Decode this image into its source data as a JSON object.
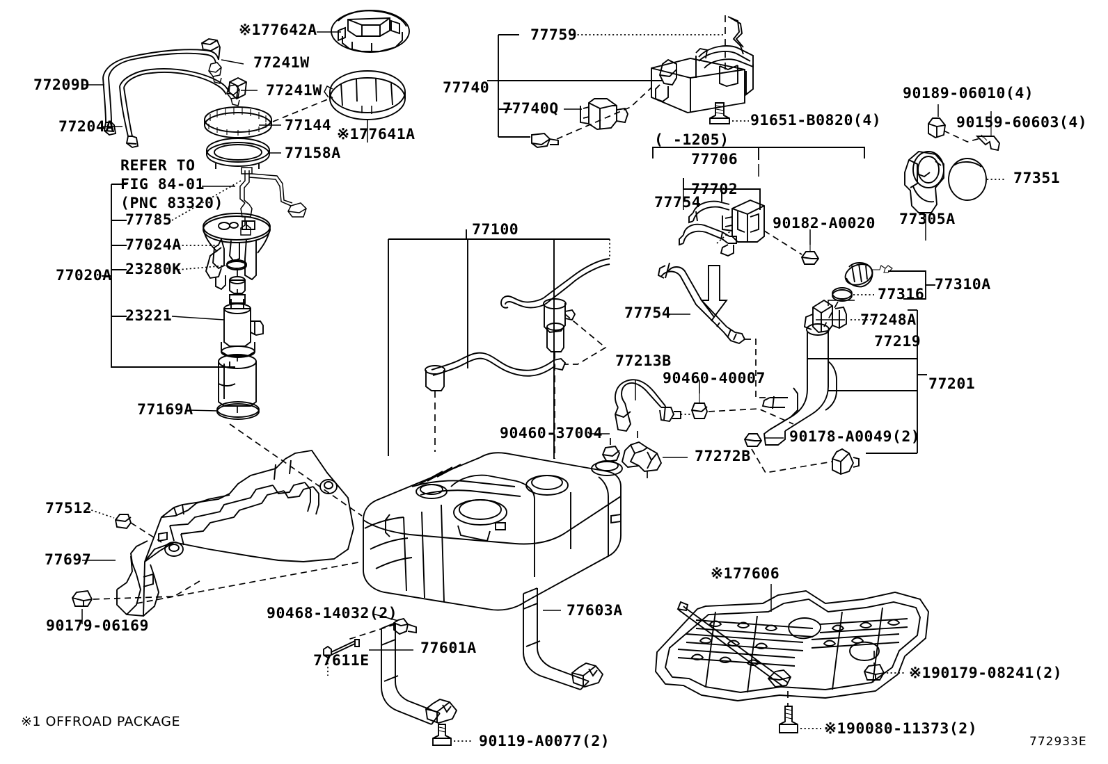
{
  "diagram": {
    "drawing_number": "772933E",
    "footnote": "※1 OFFROAD PACKAGE",
    "refer_note_line1": "REFER TO",
    "refer_note_line2": "FIG 84-01",
    "refer_note_line3": "(PNC 83320)",
    "date_note": "(   -1205)"
  },
  "labels": {
    "p77642A": "※177642A",
    "p77241W_1": "77241W",
    "p77241W_2": "77241W",
    "p77209D": "77209D",
    "p77204A": "77204A",
    "p77144": "77144",
    "p77641A": "※177641A",
    "p77158A": "77158A",
    "p77785": "77785",
    "p77024A": "77024A",
    "p23280K": "23280K",
    "p77020A": "77020A",
    "p23221": "23221",
    "p77169A": "77169A",
    "p77759": "77759",
    "p77740": "77740",
    "p77740Q": "77740Q",
    "p91651": "91651-B0820(4)",
    "p90189": "90189-06010(4)",
    "p90159": "90159-60603(4)",
    "p77351": "77351",
    "p77305A": "77305A",
    "p77706": "77706",
    "p77702": "77702",
    "p77754_1": "77754",
    "p77754_2": "77754",
    "p90182": "90182-A0020",
    "p77100": "77100",
    "p77310A": "77310A",
    "p77316": "77316",
    "p77248A": "77248A",
    "p77219": "77219",
    "p77201": "77201",
    "p77213B": "77213B",
    "p90460_40007": "90460-40007",
    "p90460_37004": "90460-37004",
    "p77272B": "77272B",
    "p90178": "90178-A0049(2)",
    "p77512": "77512",
    "p77697": "77697",
    "p90179_06169": "90179-06169",
    "p90468": "90468-14032(2)",
    "p77611E": "77611E",
    "p77601A": "77601A",
    "p77603A": "77603A",
    "p90119": "90119-A0077(2)",
    "p77606": "※177606",
    "p90179_08241": "※190179-08241(2)",
    "p90080": "※190080-11373(2)"
  }
}
